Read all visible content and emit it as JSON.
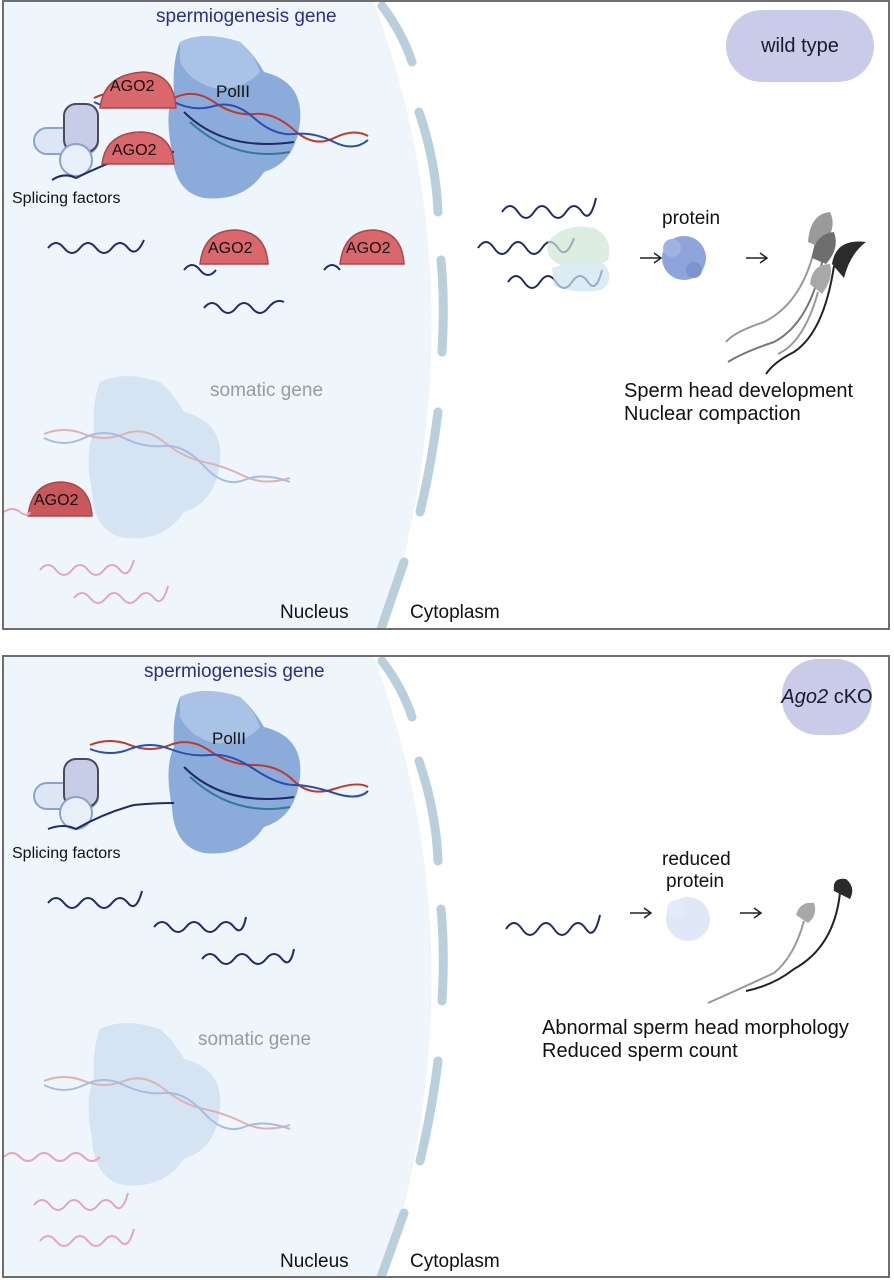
{
  "panels": [
    {
      "id": "wild-type",
      "condition_plain": "wild type",
      "condition_italic": "",
      "condition_suffix": "",
      "gene_active": "spermiogenesis gene",
      "polymerase": "PolII",
      "ago_label": "AGO2",
      "splicing": "Splicing factors",
      "gene_inactive": "somatic gene",
      "protein": "protein",
      "outcome": [
        "Sperm head development",
        "Nuclear compaction"
      ],
      "nucleus": "Nucleus",
      "cytoplasm": "Cytoplasm"
    },
    {
      "id": "ago2-cko",
      "condition_plain": "",
      "condition_italic": "Ago2",
      "condition_suffix": " cKO",
      "gene_active": "spermiogenesis gene",
      "polymerase": "PolII",
      "splicing": "Splicing factors",
      "gene_inactive": "somatic gene",
      "protein": [
        "reduced",
        "protein"
      ],
      "outcome": [
        "Abnormal sperm head morphology",
        "Reduced sperm count"
      ],
      "nucleus": "Nucleus",
      "cytoplasm": "Cytoplasm"
    }
  ],
  "colors": {
    "nucleus_fill": "#eef6fb",
    "membrane": "#b9cfdc",
    "polii_active": "#7fa4d6",
    "polii_faded": "#d9e4f2",
    "ago2": "#d9676b",
    "rna_navy": "#1f2a6b",
    "rna_pink": "#e6a6b6",
    "badge": "#c9cbe8"
  }
}
